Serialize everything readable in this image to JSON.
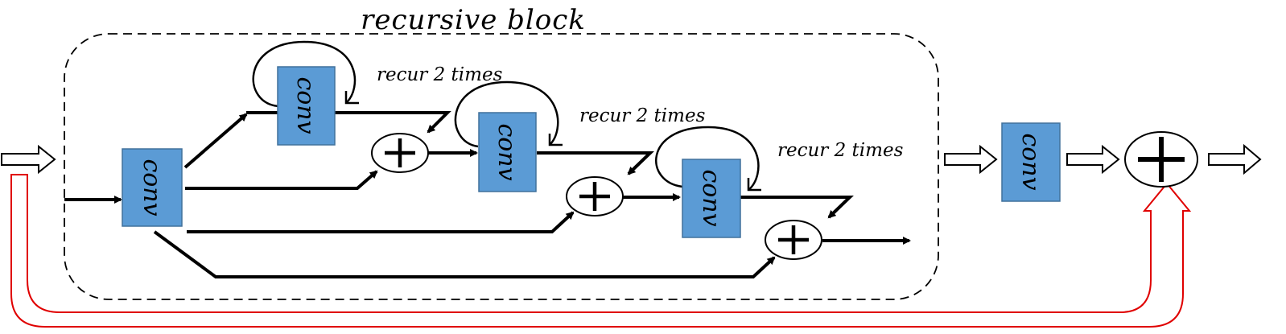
{
  "title": "recursive block",
  "conv_label": "conv",
  "recur_labels": [
    "recur 2 times",
    "recur 2 times",
    "recur 2 times"
  ],
  "colors": {
    "conv_fill": "#5b9bd5",
    "conv_border": "#41719c",
    "skip_connection": "#e00000",
    "line": "#000000"
  },
  "nodes": [
    {
      "id": "conv-input",
      "type": "conv"
    },
    {
      "id": "conv-recur-1",
      "type": "conv",
      "recursive": true
    },
    {
      "id": "add-1",
      "type": "add"
    },
    {
      "id": "conv-recur-2",
      "type": "conv",
      "recursive": true
    },
    {
      "id": "add-2",
      "type": "add"
    },
    {
      "id": "conv-recur-3",
      "type": "conv",
      "recursive": true
    },
    {
      "id": "add-3",
      "type": "add"
    },
    {
      "id": "conv-output",
      "type": "conv"
    },
    {
      "id": "add-final",
      "type": "add"
    }
  ]
}
